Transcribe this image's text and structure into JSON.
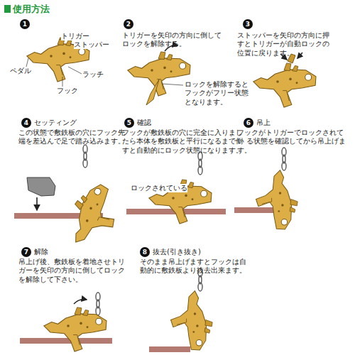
{
  "diagram": {
    "title": "使用方法",
    "nodes": [
      {
        "text": [
          "1"
        ]
      },
      {
        "text": [
          "2"
        ]
      },
      {
        "text": [
          "3"
        ]
      },
      {
        "text": [
          "4"
        ]
      },
      {
        "text": [
          "5"
        ]
      },
      {
        "text": [
          "6"
        ]
      },
      {
        "text": [
          "7"
        ]
      },
      {
        "text": [
          "8"
        ]
      }
    ],
    "labels": [
      "ペダル",
      "トリガー",
      "ストッパー",
      "ラッチ",
      "フック",
      "トリガーを矢印の方向に倒して ロックを解除する。",
      "ロックを解除すると フックがフリー状態 となります。",
      "ストッパーを矢印の方向に押 すとトリガーが自動ロックの 位置に戻ります。",
      "セッティング",
      "この状態で敷鉄板の穴にフック先 端を差込んで足で踏み込みます。",
      "確認",
      "フックが敷鉄板の穴に完全に入りまし たら本体を敷鉄板と平行になるまで倒 すと自動的にロック状態になります。",
      "ロックされている",
      "吊上",
      "フックがトリガーでロックされてい る状態を確認してから吊上げます。",
      "解除",
      "吊上げ後、敷鉄板を着地させトリ ガーを矢印の方向に倒してロック を解除して下さい。",
      "抜去(引き抜き)",
      "そのまま吊上げますとフックは自 動的に敷鉄板より抜去出来ます。"
    ]
  }
}
